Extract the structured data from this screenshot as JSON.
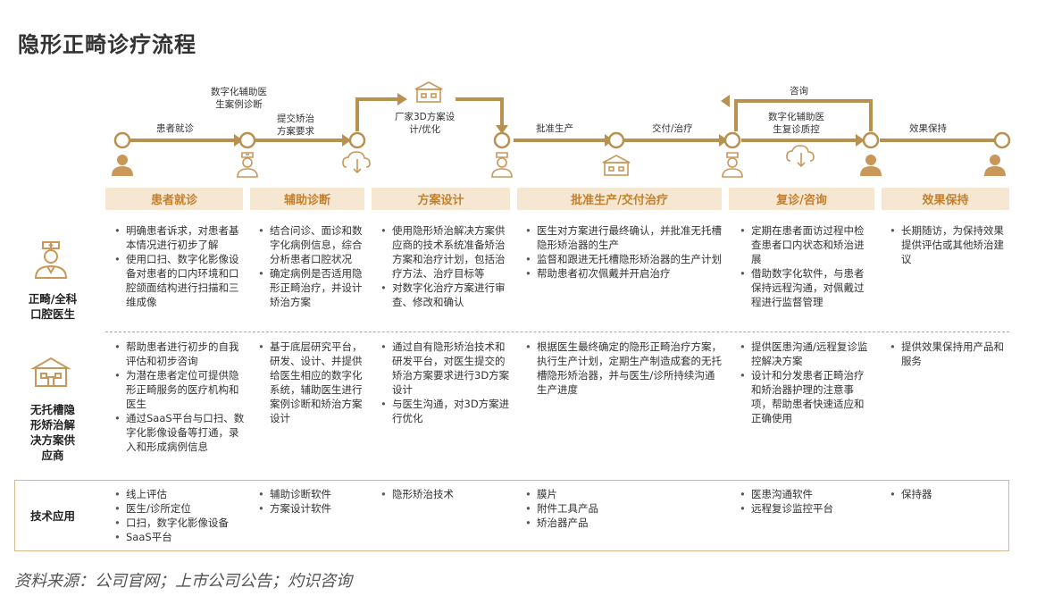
{
  "title": "隐形正畸诊疗流程",
  "flow": {
    "labels": {
      "visit": "患者就诊",
      "case_diagnosis": "数字化辅助医\n生案例诊断",
      "submit": "提交矫治\n方案要求",
      "factory_design": "厂家3D方案设\n计/优化",
      "approve": "批准生产",
      "deliver": "交付/治疗",
      "consult": "咨询",
      "followup": "数字化辅助医\n生复诊质控",
      "retain": "效果保持"
    }
  },
  "phases": [
    "患者就诊",
    "辅助诊断",
    "方案设计",
    "批准生产/交付治疗",
    "复诊/咨询",
    "效果保持"
  ],
  "roles": {
    "doctor": "正畸/全科\n口腔医生",
    "supplier": "无托槽隐\n形矫治解\n决方案供\n应商",
    "tech": "技术应用"
  },
  "doctor_rows": [
    [
      "明确患者诉求，对患者基本情况进行初步了解",
      "使用口扫、数字化影像设备对患者的口内环境和口腔颌面结构进行扫描和三维成像"
    ],
    [
      "结合问诊、面诊和数字化病例信息，综合分析患者口腔状况",
      "确定病例是否适用隐形正畸治疗，并设计矫治方案"
    ],
    [
      "使用隐形矫治解决方案供应商的技术系统准备矫治方案和治疗计划，包括治疗方法、治疗目标等",
      "对数字化治疗方案进行审查、修改和确认"
    ],
    [
      "医生对方案进行最终确认，并批准无托槽隐形矫治器的生产",
      "监督和跟进无托槽隐形矫治器的生产计划",
      "帮助患者初次佩戴并开启治疗"
    ],
    [
      "定期在患者面访过程中检查患者口内状态和矫治进展",
      "借助数字化软件，与患者保持远程沟通，对佩戴过程进行监督管理"
    ],
    [
      "长期随访，为保持效果提供评估或其他矫治建议"
    ]
  ],
  "supplier_rows": [
    [
      "帮助患者进行初步的自我评估和初步咨询",
      "为潜在患者定位可提供隐形正畸服务的医疗机构和医生",
      "通过SaaS平台与口扫、数字化影像设备等打通，录入和形成病例信息"
    ],
    [
      "基于底层研究平台，研发、设计、并提供给医生相应的数字化系统，辅助医生进行案例诊断和矫治方案设计"
    ],
    [
      "通过自有隐形矫治技术和研发平台，对医生提交的矫治方案要求进行3D方案设计",
      "与医生沟通，对3D方案进行优化"
    ],
    [
      "根据医生最终确定的隐形正畸治疗方案，执行生产计划，定期生产制造成套的无托槽隐形矫治器，并与医生/诊所持续沟通生产进度"
    ],
    [
      "提供医患沟通/远程复诊监控解决方案",
      "设计和分发患者正畸治疗和矫治器护理的注意事项，帮助患者快速适应和正确使用"
    ],
    [
      "提供效果保持用产品和服务"
    ]
  ],
  "tech_rows": [
    [
      "线上评估",
      "医生/诊所定位",
      "口扫，数字化影像设备",
      "SaaS平台"
    ],
    [
      "辅助诊断软件",
      "方案设计软件"
    ],
    [
      "隐形矫治技术"
    ],
    [
      "膜片",
      "附件工具产品",
      "矫治器产品"
    ],
    [
      "医患沟通软件",
      "远程复诊监控平台"
    ],
    [
      "保持器"
    ]
  ],
  "source": "资料来源：公司官网；上市公司公告；灼识咨询",
  "colors": {
    "accent": "#b8904f",
    "phase_bg": "#f6e7d3",
    "phase_text": "#c47f2c"
  }
}
